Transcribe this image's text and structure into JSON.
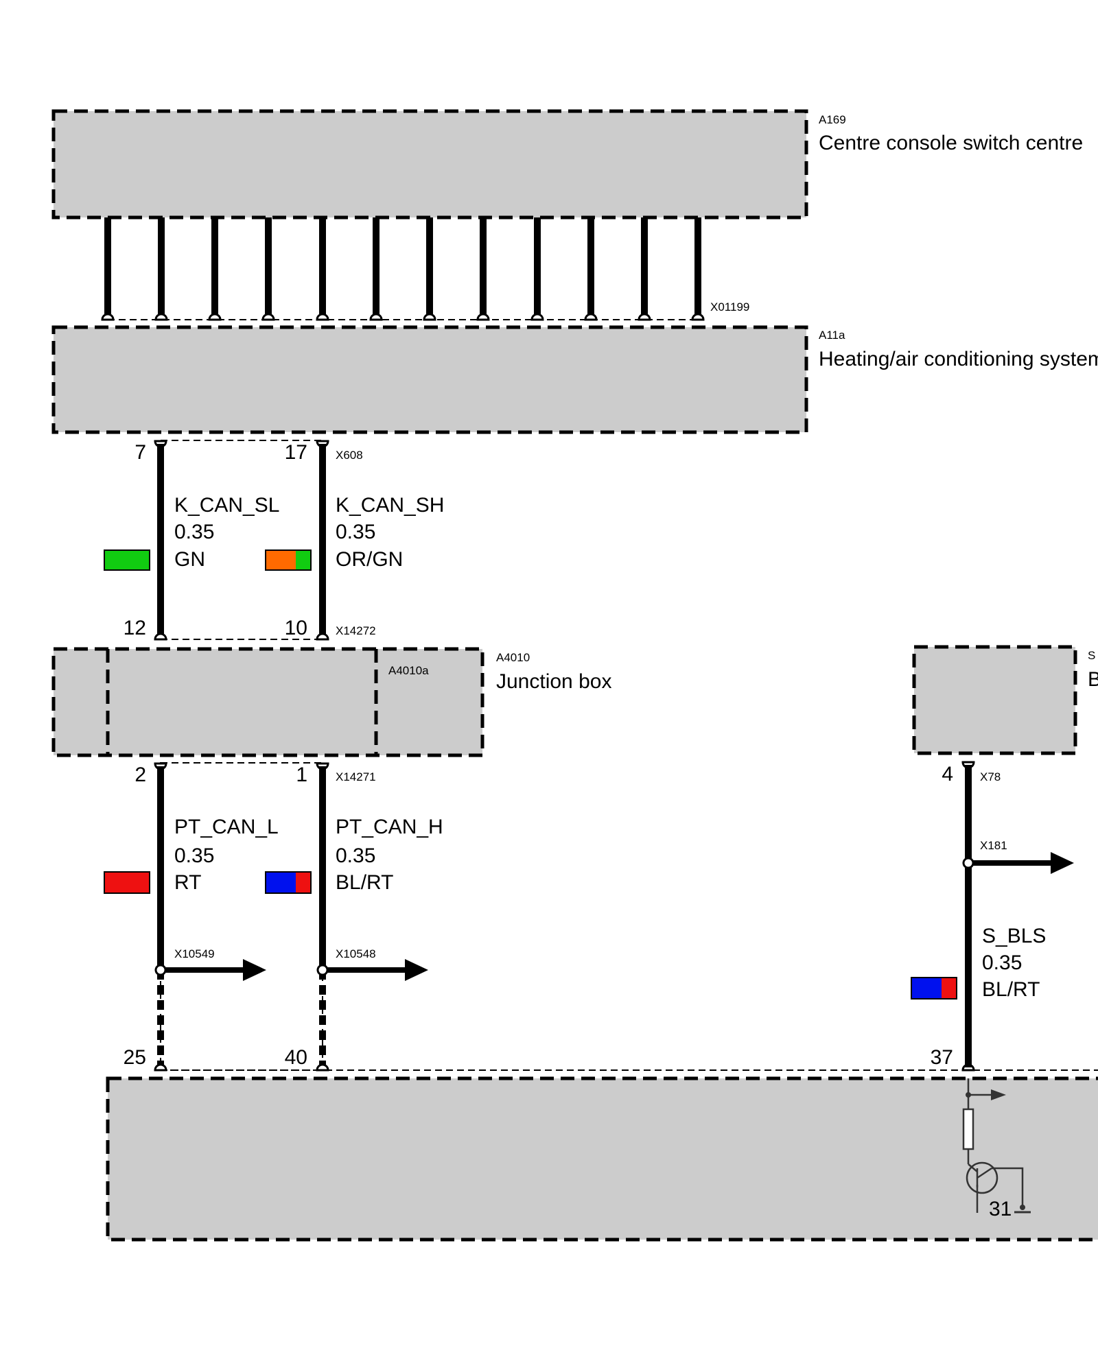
{
  "components": {
    "a169": {
      "id": "A169",
      "name": "Centre console switch centre"
    },
    "a11a": {
      "id": "A11a",
      "name": "Heating/air conditioning system"
    },
    "a4010": {
      "id": "A4010",
      "name": "Junction box",
      "sub_id": "A4010a"
    },
    "s_right": {
      "id": "S",
      "name": "B"
    }
  },
  "connectors": {
    "x01199": "X01199",
    "x608": "X608",
    "x14272": "X14272",
    "x14271": "X14271",
    "x78": "X78",
    "x181": "X181",
    "x10549": "X10549",
    "x10548": "X10548"
  },
  "pins": {
    "p7": "7",
    "p17": "17",
    "p12": "12",
    "p10": "10",
    "p2": "2",
    "p1": "1",
    "p4": "4",
    "p25": "25",
    "p40": "40",
    "p37": "37",
    "p31": "31"
  },
  "wires": {
    "k_can_sl": {
      "signal": "K_CAN_SL",
      "size": "0.35",
      "color_code": "GN",
      "colors": [
        "#11cc11"
      ]
    },
    "k_can_sh": {
      "signal": "K_CAN_SH",
      "size": "0.35",
      "color_code": "OR/GN",
      "colors": [
        "#ff6a00",
        "#11cc11"
      ]
    },
    "pt_can_l": {
      "signal": "PT_CAN_L",
      "size": "0.35",
      "color_code": "RT",
      "colors": [
        "#ee1111"
      ]
    },
    "pt_can_h": {
      "signal": "PT_CAN_H",
      "size": "0.35",
      "color_code": "BL/RT",
      "colors": [
        "#0011ee",
        "#ee1111"
      ]
    },
    "s_bls": {
      "signal": "S_BLS",
      "size": "0.35",
      "color_code": "BL/RT",
      "colors": [
        "#0011ee",
        "#ee1111"
      ]
    }
  }
}
